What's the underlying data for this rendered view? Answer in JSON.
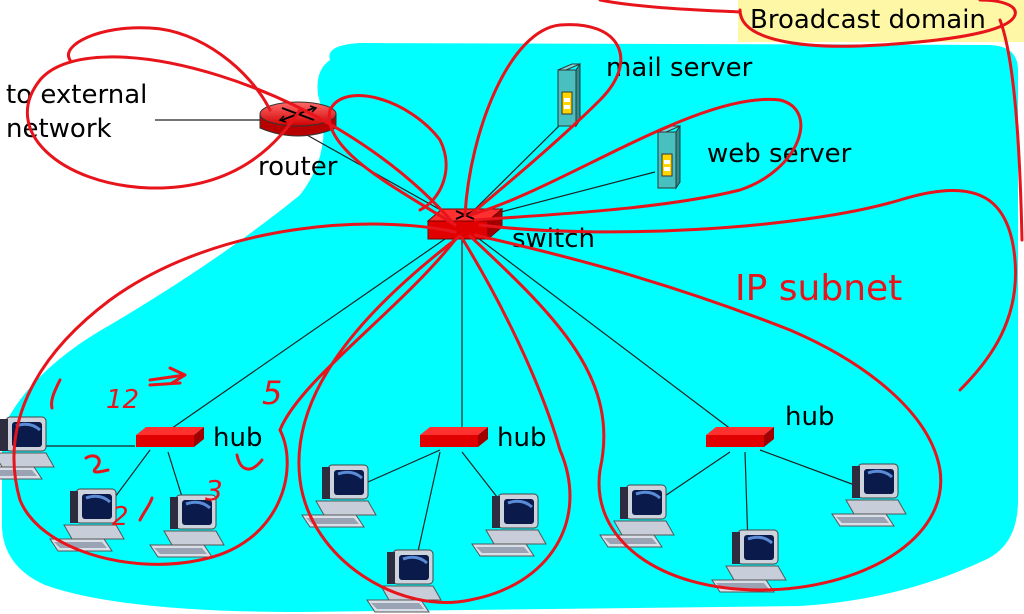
{
  "title_box": {
    "label": "Broadcast domain",
    "bg": "#fdf7a6"
  },
  "colors": {
    "subnet_fill": "#00ffff",
    "annotation": "#e8141b",
    "device_red": "#e8141b"
  },
  "labels": {
    "external": [
      "to external",
      "network"
    ],
    "router": "router",
    "switch": "switch",
    "mail_server": "mail server",
    "web_server": "web server",
    "ip_subnet": "IP subnet",
    "hub_left": "hub",
    "hub_middle": "hub",
    "hub_right": "hub"
  },
  "handwriting": [
    "12",
    "5",
    "2",
    "3"
  ],
  "icons": [
    "router-icon",
    "switch-icon",
    "hub-icon",
    "server-icon",
    "computer-icon"
  ]
}
